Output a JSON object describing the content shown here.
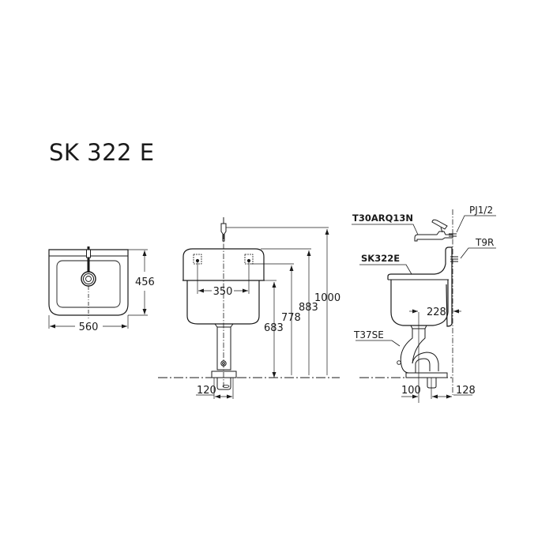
{
  "title": "SK 322 E",
  "top_view": {
    "width_dim": "560",
    "depth_dim": "456"
  },
  "front_view": {
    "bracket_spacing_dim": "350",
    "rim_height_dim": "683",
    "bracket_height_dim": "778",
    "top_height_dim": "883",
    "faucet_height_dim": "1000",
    "trap_width_dim": "120"
  },
  "side_view": {
    "labels": {
      "faucet": "T30ARQ13N",
      "sink": "SK322E",
      "pipe_joint": "PJ1/2",
      "bracket": "T9R",
      "trap": "T37SE"
    },
    "drain_offset_dim": "228",
    "trap_offset_dim": "100",
    "wall_offset_dim": "128"
  },
  "colors": {
    "line": "#1a1a1a",
    "background": "#ffffff"
  }
}
